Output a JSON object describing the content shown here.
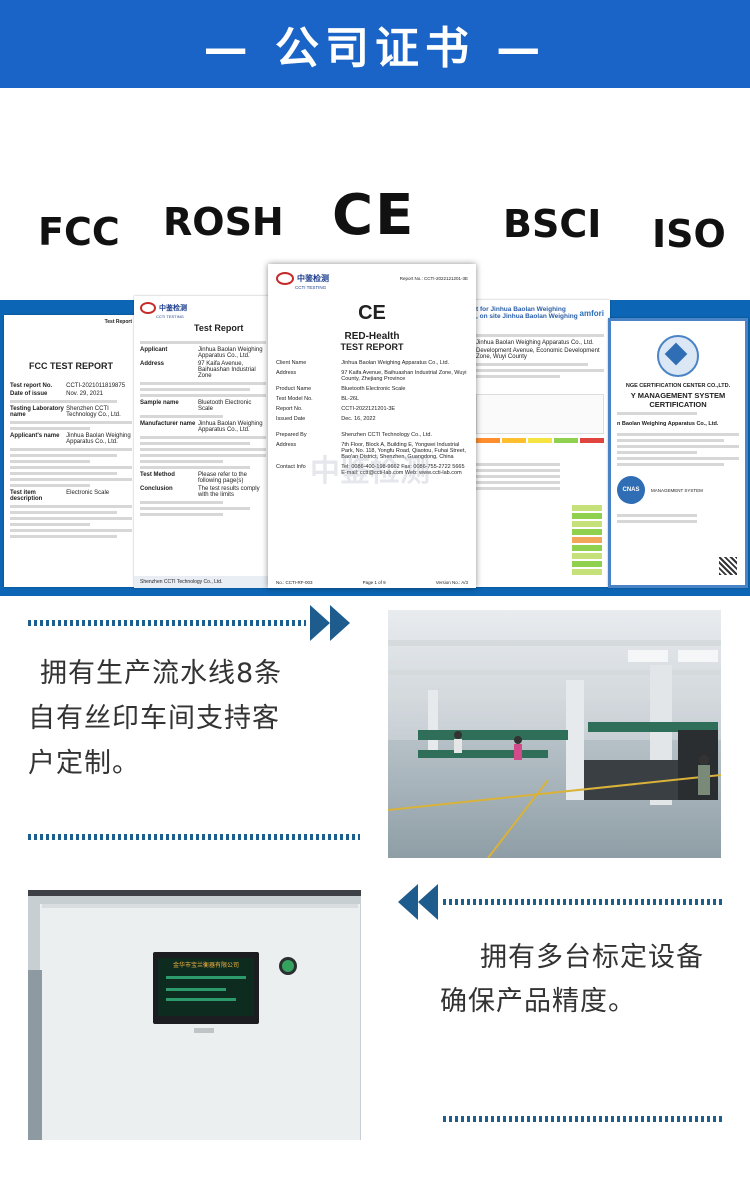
{
  "header": {
    "title": "— 公司证书 —"
  },
  "certs": {
    "labels": [
      "FCC",
      "ROSH",
      "CE",
      "BSCI",
      "ISO"
    ]
  },
  "doc_fcc": {
    "corner": "Test Report",
    "title": "FCC TEST REPORT",
    "rows": [
      {
        "k": "Test report No.",
        "v": "CCTI-2021011819875"
      },
      {
        "k": "Date of issue",
        "v": "Nov. 29, 2021"
      },
      {
        "k": "Testing Laboratory name",
        "v": "Shenzhen CCTI Technology Co., Ltd."
      },
      {
        "k": "Applicant's name",
        "v": "Jinhua Baolan Weighing Apparatus Co., Ltd."
      },
      {
        "k": "Test item description",
        "v": "Electronic Scale"
      }
    ]
  },
  "doc_rosh": {
    "brand": "中鉴检测",
    "brand_sub": "CCTI TESTING",
    "title": "Test Report",
    "rows": [
      {
        "k": "Applicant",
        "v": "Jinhua Baolan Weighing Apparatus Co., Ltd."
      },
      {
        "k": "Address",
        "v": "97 Kaifa Avenue, Baihuashan Industrial Zone"
      },
      {
        "k": "Sample name",
        "v": "Bluetooth Electronic Scale"
      },
      {
        "k": "Manufacturer name",
        "v": "Jinhua Baolan Weighing Apparatus Co., Ltd."
      },
      {
        "k": "Test Method",
        "v": "Please refer to the following page(s)"
      },
      {
        "k": "Conclusion",
        "v": "The test results comply with the limits"
      }
    ],
    "footer": "Shenzhen CCTI Technology Co., Ltd."
  },
  "doc_ce": {
    "brand": "中鉴检测",
    "brand_sub": "CCTI TESTING",
    "report_no_top": "Report No.: CCTI-2022121201-3E",
    "mark": "CE",
    "title1": "RED-Health",
    "title2": "TEST REPORT",
    "rows": [
      {
        "k": "Client Name",
        "v": "Jinhua Baolan Weighing Apparatus Co., Ltd."
      },
      {
        "k": "Address",
        "v": "97 Kaifa Avenue, Baihuashan Industrial Zone, Wuyi County, Zhejiang Province"
      },
      {
        "k": "Product Name",
        "v": "Bluetooth Electronic Scale"
      },
      {
        "k": "Test Model No.",
        "v": "BL-26L"
      },
      {
        "k": "Report No.",
        "v": "CCTI-2022121201-3E"
      },
      {
        "k": "Issued Date",
        "v": "Dec. 16, 2022"
      },
      {
        "k": "Prepared By",
        "v": "Shenzhen CCTI Technology Co., Ltd."
      },
      {
        "k": "Address",
        "v": "7th Floor, Block A, Building E, Yongwei Industrial Park, No. 118, Yongfu Road, Qiaotou, Fuhai Street, Bao'an District, Shenzhen, Guangdong, China"
      },
      {
        "k": "Contact Info",
        "v": "Tel: 0086-400-198-9662  Fax: 0086-755-2722 5665  E-mail: cctt@ccti-lab.com  Web: www.ccti-lab.com"
      }
    ],
    "watermark": "中鉴检测",
    "footer_left": "No.: CCTI-RF-003",
    "footer_mid": "Page 1 of 9",
    "footer_right": "Version No.: A/3"
  },
  "doc_bsci": {
    "headline": "t for Jinhua Baolan Weighing",
    "headline2": ", on site Jinhua Baolan Weighing",
    "logo": "amfori",
    "rows": [
      {
        "k": "",
        "v": "Jinhua Baolan Weighing Apparatus Co., Ltd."
      },
      {
        "k": "",
        "v": "Development Avenue, Economic Development Zone, Wuyi County"
      }
    ],
    "grade_colors": [
      "#ff8f2e",
      "#ffbe2e",
      "#f5e342",
      "#8fd14f",
      "#e0443e"
    ]
  },
  "doc_iso": {
    "org": "NGE CERTIFICATION CENTER CO.,LTD.",
    "title1": "Y MANAGEMENT SYSTEM",
    "title2": "CERTIFICATION",
    "company": "n Baolan Weighing Apparatus Co., Ltd.",
    "badge": "CNAS",
    "footer": "MANAGEMENT SYSTEM"
  },
  "section1": {
    "caption_line1": "拥有生产流水线8条",
    "caption_line2": "自有丝印车间支持客",
    "caption_line3": "户定制。"
  },
  "section2": {
    "caption_line1": "拥有多台标定设备",
    "caption_line2": "确保产品精度。",
    "screen_text": "金华市宝兰衡器有限公司"
  }
}
